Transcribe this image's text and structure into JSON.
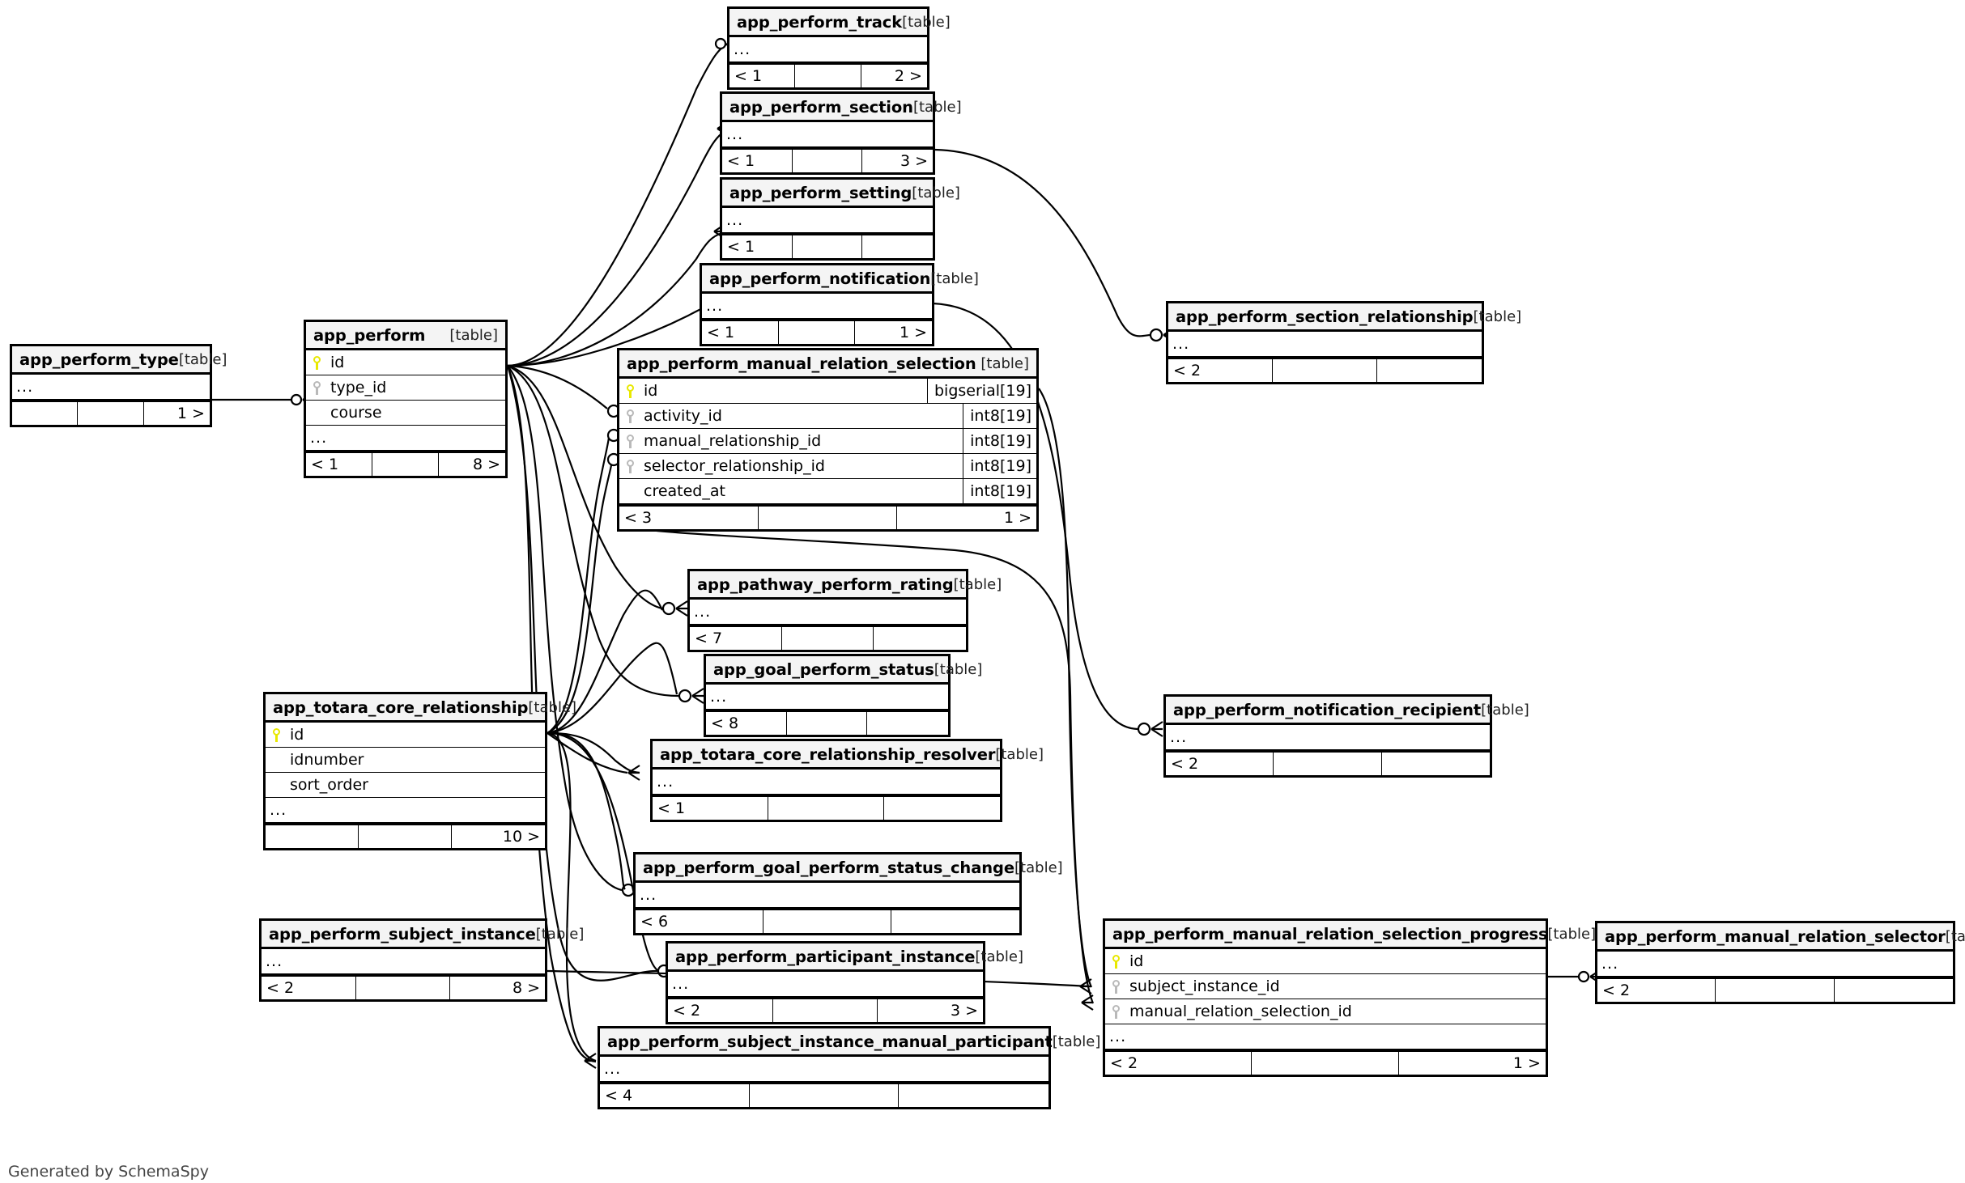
{
  "diagram": {
    "kind": "database-er-diagram",
    "credit": "Generated by SchemaSpy",
    "table_tag": "[table]",
    "ellipsis": "...",
    "colors": {
      "background": "#ffffff",
      "header_fill": "#f4f4f4",
      "border": "#000000",
      "primary_key_icon": "#e8e800",
      "foreign_key_icon": "#b9b9b9",
      "edge": "#000000"
    }
  },
  "tables": [
    {
      "id": "app_perform_type",
      "name": "app_perform_type",
      "tag": "[table]",
      "columns": [
        {
          "key": "none",
          "name": "...",
          "type": "",
          "ellipsis": true
        }
      ],
      "footer": [
        "",
        "",
        "1 >"
      ]
    },
    {
      "id": "app_perform",
      "name": "app_perform",
      "tag": "[table]",
      "columns": [
        {
          "key": "pk",
          "name": "id",
          "type": ""
        },
        {
          "key": "fk",
          "name": "type_id",
          "type": ""
        },
        {
          "key": "none",
          "name": "course",
          "type": ""
        },
        {
          "key": "none",
          "name": "...",
          "type": "",
          "ellipsis": true
        }
      ],
      "footer": [
        "< 1",
        "",
        "8 >"
      ]
    },
    {
      "id": "app_perform_track",
      "name": "app_perform_track",
      "tag": "[table]",
      "columns": [
        {
          "key": "none",
          "name": "...",
          "type": "",
          "ellipsis": true
        }
      ],
      "footer": [
        "< 1",
        "",
        "2 >"
      ]
    },
    {
      "id": "app_perform_section",
      "name": "app_perform_section",
      "tag": "[table]",
      "columns": [
        {
          "key": "none",
          "name": "...",
          "type": "",
          "ellipsis": true
        }
      ],
      "footer": [
        "< 1",
        "",
        "3 >"
      ]
    },
    {
      "id": "app_perform_setting",
      "name": "app_perform_setting",
      "tag": "[table]",
      "columns": [
        {
          "key": "none",
          "name": "...",
          "type": "",
          "ellipsis": true
        }
      ],
      "footer": [
        "< 1",
        "",
        ""
      ]
    },
    {
      "id": "app_perform_notification",
      "name": "app_perform_notification",
      "tag": "[table]",
      "columns": [
        {
          "key": "none",
          "name": "...",
          "type": "",
          "ellipsis": true
        }
      ],
      "footer": [
        "< 1",
        "",
        "1 >"
      ]
    },
    {
      "id": "app_perform_manual_relation_selection",
      "name": "app_perform_manual_relation_selection",
      "tag": "[table]",
      "columns": [
        {
          "key": "pk",
          "name": "id",
          "type": "bigserial[19]"
        },
        {
          "key": "fk",
          "name": "activity_id",
          "type": "int8[19]"
        },
        {
          "key": "fk",
          "name": "manual_relationship_id",
          "type": "int8[19]"
        },
        {
          "key": "fk",
          "name": "selector_relationship_id",
          "type": "int8[19]"
        },
        {
          "key": "none",
          "name": "created_at",
          "type": "int8[19]"
        }
      ],
      "footer": [
        "< 3",
        "",
        "1 >"
      ]
    },
    {
      "id": "app_perform_section_relationship",
      "name": "app_perform_section_relationship",
      "tag": "[table]",
      "columns": [
        {
          "key": "none",
          "name": "...",
          "type": "",
          "ellipsis": true
        }
      ],
      "footer": [
        "< 2",
        "",
        ""
      ]
    },
    {
      "id": "app_pathway_perform_rating",
      "name": "app_pathway_perform_rating",
      "tag": "[table]",
      "columns": [
        {
          "key": "none",
          "name": "...",
          "type": "",
          "ellipsis": true
        }
      ],
      "footer": [
        "< 7",
        "",
        ""
      ]
    },
    {
      "id": "app_goal_perform_status",
      "name": "app_goal_perform_status",
      "tag": "[table]",
      "columns": [
        {
          "key": "none",
          "name": "...",
          "type": "",
          "ellipsis": true
        }
      ],
      "footer": [
        "< 8",
        "",
        ""
      ]
    },
    {
      "id": "app_totara_core_relationship_resolver",
      "name": "app_totara_core_relationship_resolver",
      "tag": "[table]",
      "columns": [
        {
          "key": "none",
          "name": "...",
          "type": "",
          "ellipsis": true
        }
      ],
      "footer": [
        "< 1",
        "",
        ""
      ]
    },
    {
      "id": "app_totara_core_relationship",
      "name": "app_totara_core_relationship",
      "tag": "[table]",
      "columns": [
        {
          "key": "pk",
          "name": "id",
          "type": ""
        },
        {
          "key": "none",
          "name": "idnumber",
          "type": ""
        },
        {
          "key": "none",
          "name": "sort_order",
          "type": ""
        },
        {
          "key": "none",
          "name": "...",
          "type": "",
          "ellipsis": true
        }
      ],
      "footer": [
        "",
        "",
        "10 >"
      ]
    },
    {
      "id": "app_perform_notification_recipient",
      "name": "app_perform_notification_recipient",
      "tag": "[table]",
      "columns": [
        {
          "key": "none",
          "name": "...",
          "type": "",
          "ellipsis": true
        }
      ],
      "footer": [
        "< 2",
        "",
        ""
      ]
    },
    {
      "id": "app_perform_goal_perform_status_change",
      "name": "app_perform_goal_perform_status_change",
      "tag": "[table]",
      "columns": [
        {
          "key": "none",
          "name": "...",
          "type": "",
          "ellipsis": true
        }
      ],
      "footer": [
        "< 6",
        "",
        ""
      ]
    },
    {
      "id": "app_perform_subject_instance",
      "name": "app_perform_subject_instance",
      "tag": "[table]",
      "columns": [
        {
          "key": "none",
          "name": "...",
          "type": "",
          "ellipsis": true
        }
      ],
      "footer": [
        "< 2",
        "",
        "8 >"
      ]
    },
    {
      "id": "app_perform_participant_instance",
      "name": "app_perform_participant_instance",
      "tag": "[table]",
      "columns": [
        {
          "key": "none",
          "name": "...",
          "type": "",
          "ellipsis": true
        }
      ],
      "footer": [
        "< 2",
        "",
        "3 >"
      ]
    },
    {
      "id": "app_perform_subject_instance_manual_participant",
      "name": "app_perform_subject_instance_manual_participant",
      "tag": "[table]",
      "columns": [
        {
          "key": "none",
          "name": "...",
          "type": "",
          "ellipsis": true
        }
      ],
      "footer": [
        "< 4",
        "",
        ""
      ]
    },
    {
      "id": "app_perform_manual_relation_selection_progress",
      "name": "app_perform_manual_relation_selection_progress",
      "tag": "[table]",
      "columns": [
        {
          "key": "pk",
          "name": "id",
          "type": ""
        },
        {
          "key": "fk",
          "name": "subject_instance_id",
          "type": ""
        },
        {
          "key": "fk",
          "name": "manual_relation_selection_id",
          "type": ""
        },
        {
          "key": "none",
          "name": "...",
          "type": "",
          "ellipsis": true
        }
      ],
      "footer": [
        "< 2",
        "",
        "1 >"
      ]
    },
    {
      "id": "app_perform_manual_relation_selector",
      "name": "app_perform_manual_relation_selector",
      "tag": "[table]",
      "columns": [
        {
          "key": "none",
          "name": "...",
          "type": "",
          "ellipsis": true
        }
      ],
      "footer": [
        "< 2",
        "",
        ""
      ]
    }
  ]
}
